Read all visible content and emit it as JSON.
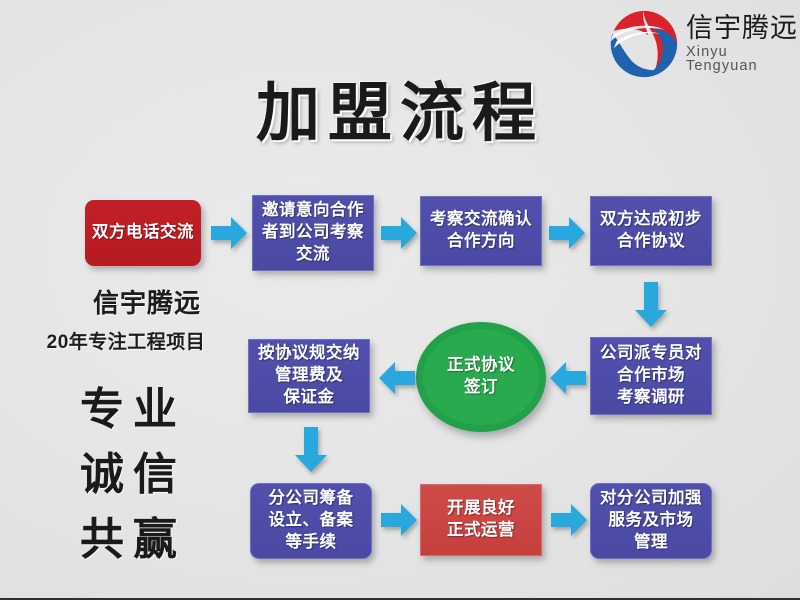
{
  "slide": {
    "title": "加盟流程",
    "background_color": "#e6e6e6"
  },
  "logo": {
    "mark_name": "xinyu-tengyuan-globe-logo",
    "company_cn": "信宇腾远",
    "company_en": "Xinyu Tengyuan",
    "red": "#d8232a",
    "blue": "#1f62ad"
  },
  "brand": {
    "name": "信宇腾远",
    "tagline": "20年专注工程项目",
    "slogans": [
      "专业",
      "诚信",
      "共赢"
    ]
  },
  "flow": {
    "accent_arrow_color": "#29a8dd",
    "red": "#bf2026",
    "purple": "#4c4ba6",
    "green": "#2aaa4f",
    "nodes": [
      {
        "id": "n1",
        "label": "双方电话交流",
        "color": "red"
      },
      {
        "id": "n2",
        "label": "邀请意向合作\n者到公司考察\n交流",
        "color": "purple"
      },
      {
        "id": "n3",
        "label": "考察交流确认\n合作方向",
        "color": "purple"
      },
      {
        "id": "n4",
        "label": "双方达成初步\n合作协议",
        "color": "purple"
      },
      {
        "id": "n5",
        "label": "公司派专员对\n合作市场\n考察调研",
        "color": "purple"
      },
      {
        "id": "n6",
        "label": "正式协议\n签订",
        "color": "green"
      },
      {
        "id": "n7",
        "label": "按协议规交纳\n管理费及\n保证金",
        "color": "purple"
      },
      {
        "id": "n8",
        "label": "分公司筹备\n设立、备案\n等手续",
        "color": "purple"
      },
      {
        "id": "n9",
        "label": "开展良好\n正式运营",
        "color": "red"
      },
      {
        "id": "n10",
        "label": "对分公司加强\n服务及市场\n管理",
        "color": "purple"
      }
    ],
    "connectors": [
      {
        "from": "n1",
        "to": "n2",
        "direction": "right"
      },
      {
        "from": "n2",
        "to": "n3",
        "direction": "right"
      },
      {
        "from": "n3",
        "to": "n4",
        "direction": "right"
      },
      {
        "from": "n4",
        "to": "n5",
        "direction": "down"
      },
      {
        "from": "n5",
        "to": "n6",
        "direction": "left"
      },
      {
        "from": "n6",
        "to": "n7",
        "direction": "left"
      },
      {
        "from": "n7",
        "to": "n8",
        "direction": "down"
      },
      {
        "from": "n8",
        "to": "n9",
        "direction": "right"
      },
      {
        "from": "n9",
        "to": "n10",
        "direction": "right"
      }
    ]
  }
}
